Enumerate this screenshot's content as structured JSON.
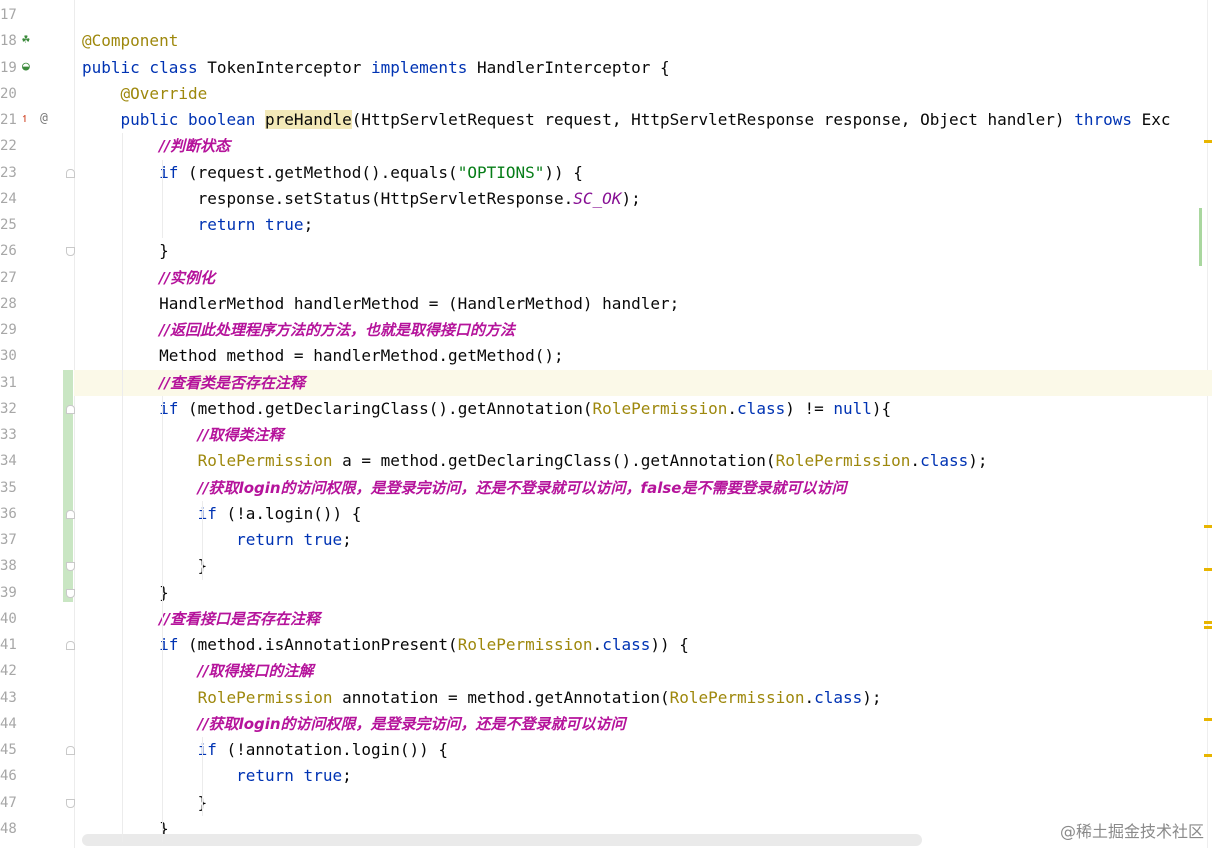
{
  "editor": {
    "gutter_icons": {
      "line18": "implemented-component-icon",
      "line19": "spring-bean-icon",
      "line21": "override-method-icon",
      "line21_at": "@"
    },
    "lines": [
      {
        "num": "17",
        "tokens": []
      },
      {
        "num": "18",
        "tokens": [
          {
            "t": "@Component",
            "c": "ann"
          }
        ]
      },
      {
        "num": "19",
        "tokens": [
          {
            "t": "public class ",
            "c": "kw"
          },
          {
            "t": "TokenInterceptor ",
            "c": ""
          },
          {
            "t": "implements ",
            "c": "kw"
          },
          {
            "t": "HandlerInterceptor {",
            "c": ""
          }
        ]
      },
      {
        "num": "20",
        "tokens": [
          {
            "t": "    ",
            "c": ""
          },
          {
            "t": "@Override",
            "c": "ann"
          }
        ]
      },
      {
        "num": "21",
        "tokens": [
          {
            "t": "    ",
            "c": ""
          },
          {
            "t": "public boolean ",
            "c": "kw"
          },
          {
            "t": "preHandle",
            "c": "hl-word"
          },
          {
            "t": "(HttpServletRequest request, HttpServletResponse response, Object handler) ",
            "c": ""
          },
          {
            "t": "throws ",
            "c": "kw"
          },
          {
            "t": "Exc",
            "c": ""
          }
        ]
      },
      {
        "num": "22",
        "tokens": [
          {
            "t": "        ",
            "c": ""
          },
          {
            "t": "//判断状态",
            "c": "cm"
          }
        ]
      },
      {
        "num": "23",
        "tokens": [
          {
            "t": "        ",
            "c": ""
          },
          {
            "t": "if ",
            "c": "kw"
          },
          {
            "t": "(request.getMethod().equals(",
            "c": ""
          },
          {
            "t": "\"OPTIONS\"",
            "c": "str"
          },
          {
            "t": ")) {",
            "c": ""
          }
        ]
      },
      {
        "num": "24",
        "tokens": [
          {
            "t": "            response.setStatus(HttpServletResponse.",
            "c": ""
          },
          {
            "t": "SC_OK",
            "c": "const"
          },
          {
            "t": ");",
            "c": ""
          }
        ]
      },
      {
        "num": "25",
        "tokens": [
          {
            "t": "            ",
            "c": ""
          },
          {
            "t": "return true",
            "c": "kw"
          },
          {
            "t": ";",
            "c": ""
          }
        ]
      },
      {
        "num": "26",
        "tokens": [
          {
            "t": "        }",
            "c": ""
          }
        ]
      },
      {
        "num": "27",
        "tokens": [
          {
            "t": "        ",
            "c": ""
          },
          {
            "t": "//实例化",
            "c": "cm"
          }
        ]
      },
      {
        "num": "28",
        "tokens": [
          {
            "t": "        HandlerMethod handlerMethod = (HandlerMethod) handler;",
            "c": ""
          }
        ]
      },
      {
        "num": "29",
        "tokens": [
          {
            "t": "        ",
            "c": ""
          },
          {
            "t": "//返回此处理程序方法的方法，也就是取得接口的方法",
            "c": "cm"
          }
        ]
      },
      {
        "num": "30",
        "tokens": [
          {
            "t": "        Method method = handlerMethod.getMethod();",
            "c": ""
          }
        ]
      },
      {
        "num": "31",
        "tokens": [
          {
            "t": "        ",
            "c": ""
          },
          {
            "t": "//查看类是否存在注释",
            "c": "cm"
          }
        ]
      },
      {
        "num": "32",
        "tokens": [
          {
            "t": "        ",
            "c": ""
          },
          {
            "t": "if ",
            "c": "kw"
          },
          {
            "t": "(method.getDeclaringClass().getAnnotation(",
            "c": ""
          },
          {
            "t": "RolePermission",
            "c": "cls"
          },
          {
            "t": ".",
            "c": ""
          },
          {
            "t": "class",
            "c": "kw"
          },
          {
            "t": ") != ",
            "c": ""
          },
          {
            "t": "null",
            "c": "kw"
          },
          {
            "t": "){",
            "c": ""
          }
        ]
      },
      {
        "num": "33",
        "tokens": [
          {
            "t": "            ",
            "c": ""
          },
          {
            "t": "//取得类注释",
            "c": "cm"
          }
        ]
      },
      {
        "num": "34",
        "tokens": [
          {
            "t": "            ",
            "c": ""
          },
          {
            "t": "RolePermission",
            "c": "cls"
          },
          {
            "t": " a = method.getDeclaringClass().getAnnotation(",
            "c": ""
          },
          {
            "t": "RolePermission",
            "c": "cls"
          },
          {
            "t": ".",
            "c": ""
          },
          {
            "t": "class",
            "c": "kw"
          },
          {
            "t": ");",
            "c": ""
          }
        ]
      },
      {
        "num": "35",
        "tokens": [
          {
            "t": "            ",
            "c": ""
          },
          {
            "t": "//获取login的访问权限，是登录完访问，还是不登录就可以访问，false是不需要登录就可以访问",
            "c": "cm"
          }
        ]
      },
      {
        "num": "36",
        "tokens": [
          {
            "t": "            ",
            "c": ""
          },
          {
            "t": "if ",
            "c": "kw"
          },
          {
            "t": "(!a.login()) {",
            "c": ""
          }
        ]
      },
      {
        "num": "37",
        "tokens": [
          {
            "t": "                ",
            "c": ""
          },
          {
            "t": "return true",
            "c": "kw"
          },
          {
            "t": ";",
            "c": ""
          }
        ]
      },
      {
        "num": "38",
        "tokens": [
          {
            "t": "            }",
            "c": ""
          }
        ]
      },
      {
        "num": "39",
        "tokens": [
          {
            "t": "        }",
            "c": ""
          }
        ]
      },
      {
        "num": "40",
        "tokens": [
          {
            "t": "        ",
            "c": ""
          },
          {
            "t": "//查看接口是否存在注释",
            "c": "cm"
          }
        ]
      },
      {
        "num": "41",
        "tokens": [
          {
            "t": "        ",
            "c": ""
          },
          {
            "t": "if ",
            "c": "kw"
          },
          {
            "t": "(method.isAnnotationPresent(",
            "c": ""
          },
          {
            "t": "RolePermission",
            "c": "cls"
          },
          {
            "t": ".",
            "c": ""
          },
          {
            "t": "class",
            "c": "kw"
          },
          {
            "t": ")) {",
            "c": ""
          }
        ]
      },
      {
        "num": "42",
        "tokens": [
          {
            "t": "            ",
            "c": ""
          },
          {
            "t": "//取得接口的注解",
            "c": "cm"
          }
        ]
      },
      {
        "num": "43",
        "tokens": [
          {
            "t": "            ",
            "c": ""
          },
          {
            "t": "RolePermission",
            "c": "cls"
          },
          {
            "t": " annotation = method.getAnnotation(",
            "c": ""
          },
          {
            "t": "RolePermission",
            "c": "cls"
          },
          {
            "t": ".",
            "c": ""
          },
          {
            "t": "class",
            "c": "kw"
          },
          {
            "t": ");",
            "c": ""
          }
        ]
      },
      {
        "num": "44",
        "tokens": [
          {
            "t": "            ",
            "c": ""
          },
          {
            "t": "//获取login的访问权限，是登录完访问，还是不登录就可以访问",
            "c": "cm"
          }
        ]
      },
      {
        "num": "45",
        "tokens": [
          {
            "t": "            ",
            "c": ""
          },
          {
            "t": "if ",
            "c": "kw"
          },
          {
            "t": "(!annotation.login()) {",
            "c": ""
          }
        ]
      },
      {
        "num": "46",
        "tokens": [
          {
            "t": "                ",
            "c": ""
          },
          {
            "t": "return true",
            "c": "kw"
          },
          {
            "t": ";",
            "c": ""
          }
        ]
      },
      {
        "num": "47",
        "tokens": [
          {
            "t": "            }",
            "c": ""
          }
        ]
      },
      {
        "num": "48",
        "tokens": [
          {
            "t": "        }",
            "c": ""
          }
        ]
      }
    ],
    "current_line": "31"
  },
  "watermark": "@稀土掘金技术社区"
}
